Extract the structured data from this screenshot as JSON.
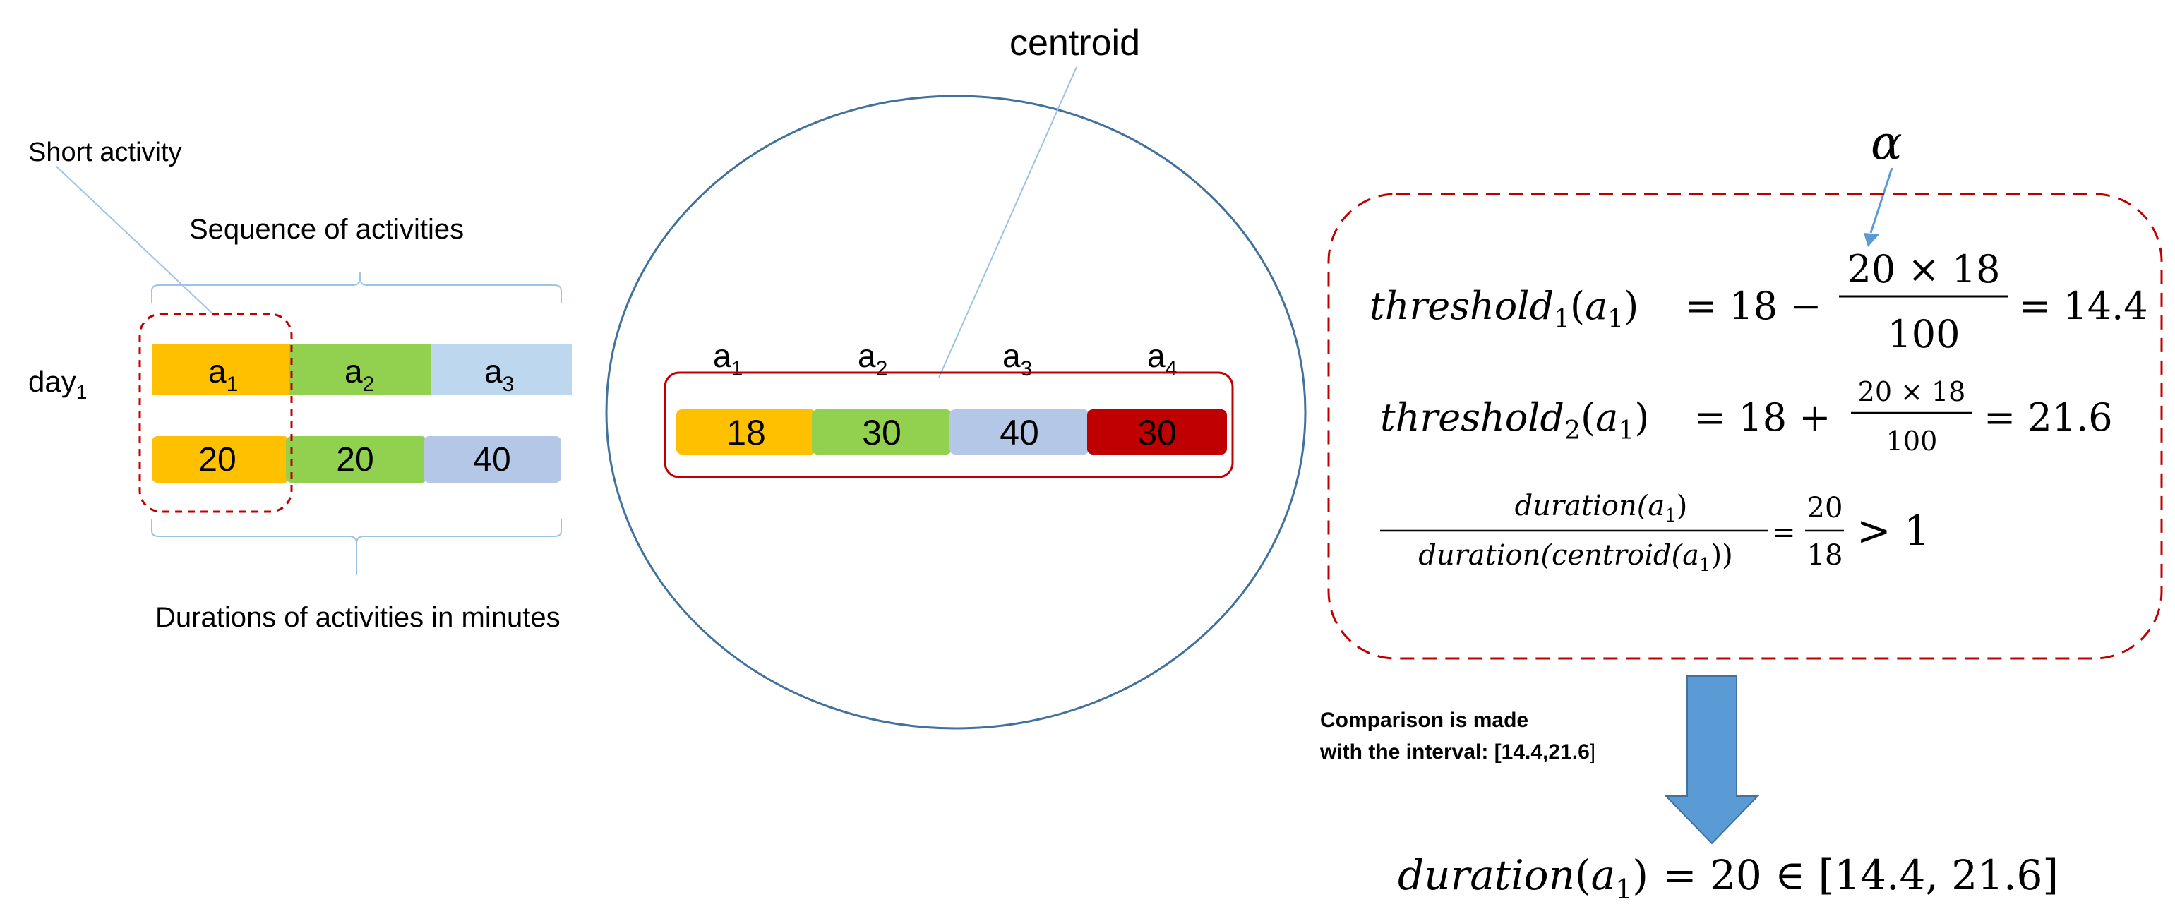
{
  "labels": {
    "centroid": "centroid",
    "short_activity": "Short activity",
    "sequence": "Sequence of activities",
    "durations": "Durations of activities in minutes",
    "day": "day",
    "day_sub": "1",
    "alpha": "α",
    "comparison_line1": "Comparison is made",
    "comparison_line2": "with the interval: [14.4,21.6",
    "comparison_line2_end": "]"
  },
  "day_sequence": {
    "activities": [
      {
        "name": "a",
        "sub": "1",
        "color": "#FFC000"
      },
      {
        "name": "a",
        "sub": "2",
        "color": "#92D050"
      },
      {
        "name": "a",
        "sub": "3",
        "color": "#BDD7EE"
      }
    ],
    "durations": [
      {
        "value": "20",
        "color": "#FFC000"
      },
      {
        "value": "20",
        "color": "#92D050"
      },
      {
        "value": "40",
        "color": "#B4C7E7"
      }
    ]
  },
  "centroid": {
    "activities": [
      {
        "name": "a",
        "sub": "1"
      },
      {
        "name": "a",
        "sub": "2"
      },
      {
        "name": "a",
        "sub": "3"
      },
      {
        "name": "a",
        "sub": "4"
      }
    ],
    "durations": [
      {
        "value": "18",
        "color": "#FFC000"
      },
      {
        "value": "30",
        "color": "#92D050"
      },
      {
        "value": "40",
        "color": "#B4C7E7"
      },
      {
        "value": "30",
        "color": "#C00000"
      }
    ]
  },
  "formulas": {
    "t1_name": "threshold",
    "t1_sub": "1",
    "t1_arg": "a",
    "t1_arg_sub": "1",
    "t1_lhs": "= 18 −",
    "t1_num": "20 × 18",
    "t1_den": "100",
    "t1_rhs": "= 14.4",
    "t2_name": "threshold",
    "t2_sub": "2",
    "t2_arg": "a",
    "t2_arg_sub": "1",
    "t2_lhs": "= 18 +",
    "t2_num": "20 × 18",
    "t2_den": "100",
    "t2_rhs": "= 21.6",
    "ratio_num": "duration(a",
    "ratio_num_sub": "1",
    "ratio_num_end": ")",
    "ratio_den": "duration(centroid(a",
    "ratio_den_sub": "1",
    "ratio_den_end": "))",
    "ratio_eq": "=",
    "ratio_val_num": "20",
    "ratio_val_den": "18",
    "ratio_gt": "> 1"
  },
  "result": {
    "name": "duration",
    "arg": "a",
    "arg_sub": "1",
    "rhs": "= 20 ∈ [14.4, 21.6]"
  },
  "colors": {
    "circle": "#41719C",
    "red_border": "#C00000",
    "dashed_red": "#C00000",
    "leader_line": "#5B9BD5",
    "bracket": "#9DC3E6",
    "arrow": "#5B9BD5"
  }
}
